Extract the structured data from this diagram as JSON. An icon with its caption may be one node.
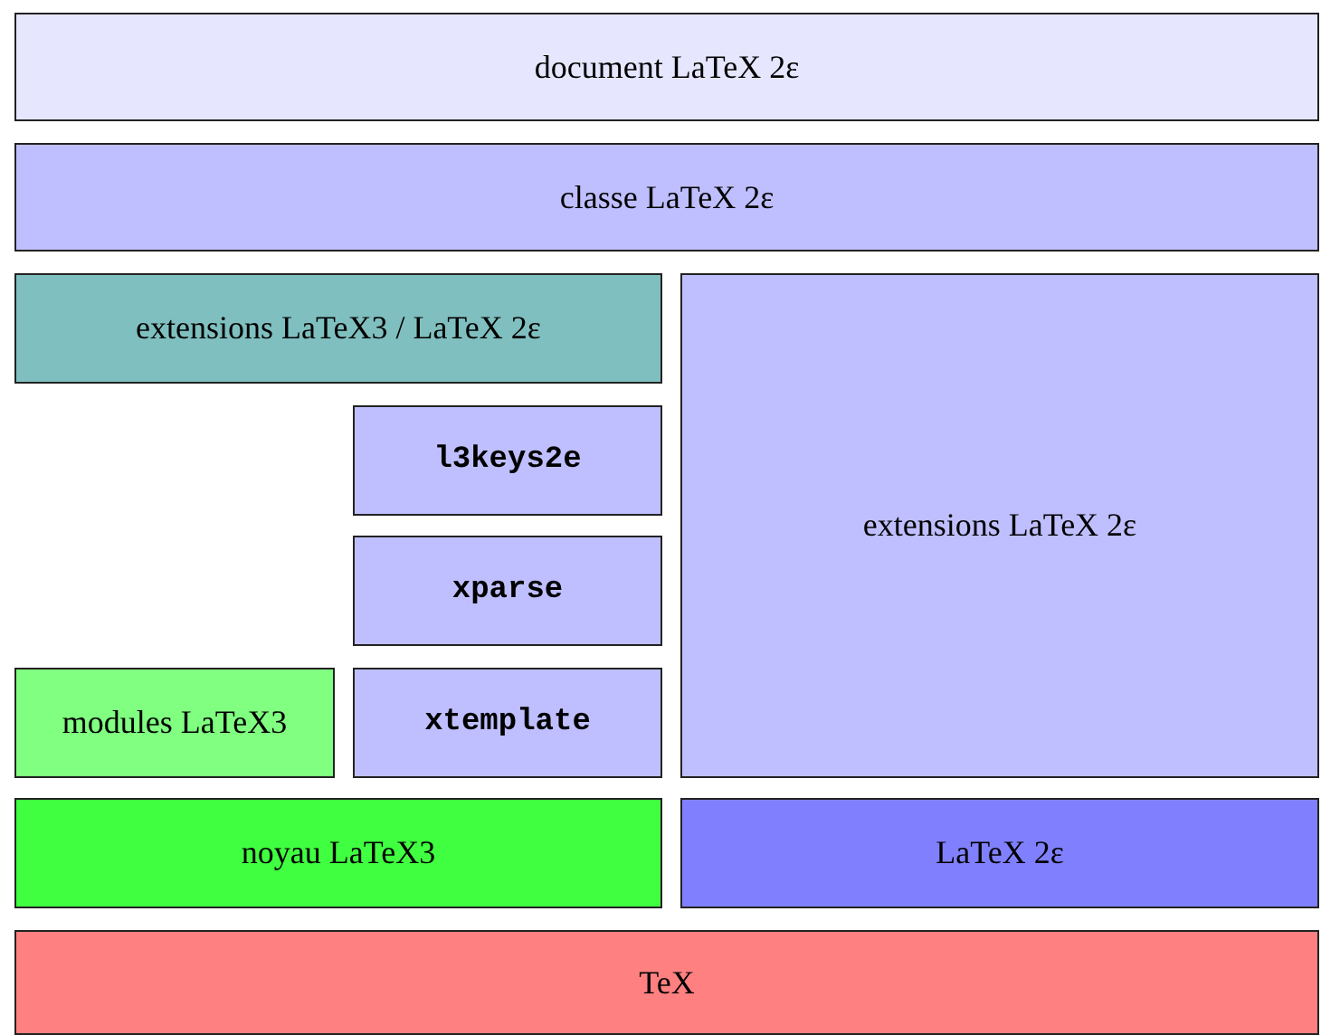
{
  "diagram": {
    "nodes": [
      {
        "text": [
          "document LaTeX 2ε"
        ]
      },
      {
        "text": [
          "classe LaTeX 2ε"
        ]
      },
      {
        "text": [
          "extensions LaTeX3 / LaTeX 2ε"
        ]
      },
      {
        "text": [
          "l3keys2e"
        ]
      },
      {
        "text": [
          "xparse"
        ]
      },
      {
        "text": [
          "xtemplate"
        ]
      },
      {
        "text": [
          "extensions LaTeX 2ε"
        ]
      },
      {
        "text": [
          "modules LaTeX3"
        ]
      },
      {
        "text": [
          "noyau LaTeX3"
        ]
      },
      {
        "text": [
          "LaTeX 2ε"
        ]
      },
      {
        "text": [
          "TeX"
        ]
      }
    ]
  }
}
